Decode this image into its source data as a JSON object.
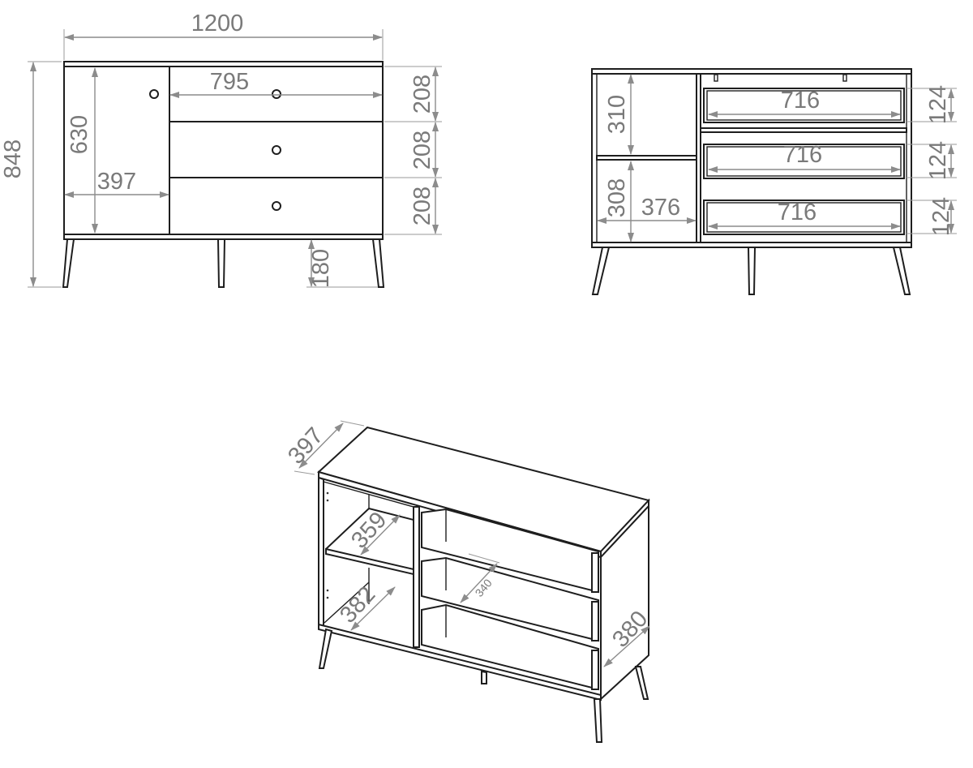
{
  "front_view": {
    "total_width": "1200",
    "total_height": "848",
    "door_height": "630",
    "door_width": "397",
    "drawer_block_width": "795",
    "drawer_heights": [
      "208",
      "208",
      "208"
    ],
    "leg_height": "180"
  },
  "back_view": {
    "upper_compartment_height": "310",
    "lower_compartment_height": "308",
    "compartment_width": "376",
    "drawer_inner_widths": [
      "716",
      "716",
      "716"
    ],
    "drawer_inner_heights": [
      "124",
      "124",
      "124"
    ]
  },
  "iso_view": {
    "depth": "397",
    "upper_shelf_depth": "359",
    "lower_shelf_depth": "382",
    "drawer_depth": "340",
    "side_depth": "380"
  },
  "colors": {
    "line": "#1e1e1e",
    "dimension": "#8c8c8c"
  }
}
